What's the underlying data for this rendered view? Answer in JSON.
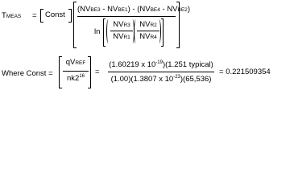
{
  "equation1": {
    "lhs_main": "T",
    "lhs_sub": "MEAS",
    "equals": "=",
    "const_label": "Const",
    "num_a_main": "(NV",
    "num_a_sub": "BE3",
    "num_b_main": " - NV",
    "num_b_sub": "BE1",
    "num_c_main": ") - (NV",
    "num_c_sub": "BE4",
    "num_d_main": " - NV",
    "num_d_sub": "BE2",
    "num_end": ")",
    "ln_label": "ln",
    "r3_main": "NV",
    "r3_sub": "R3",
    "r1_main": "NV",
    "r1_sub": "R1",
    "r2_main": "NV",
    "r2_sub": "R2",
    "r4_main": "NV",
    "r4_sub": "R4"
  },
  "equation2": {
    "intro": "Where Const =",
    "qv_main": "qV",
    "qv_sub": "REF",
    "nk_main": "nk2",
    "nk_sup": "16",
    "equals": "=",
    "num_text": "(1.60219 x 10",
    "num_exp": "-19",
    "num_rest": ")(1.251 typical)",
    "den_text": "(1.00)(1.3807 x 10",
    "den_exp": "-23",
    "den_rest": ")(65,536)",
    "equals2": "=",
    "result": "0.221509354"
  }
}
